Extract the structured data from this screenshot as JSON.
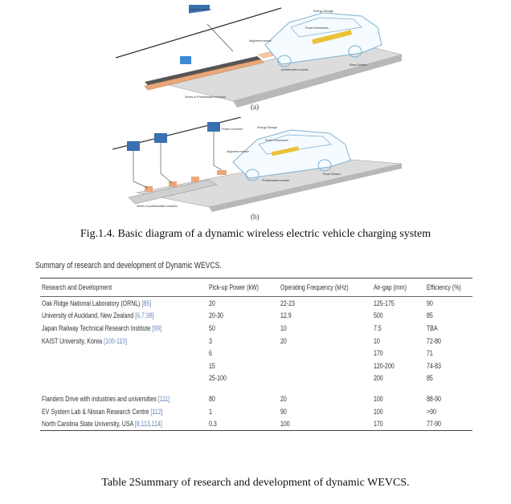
{
  "figure": {
    "panel_a_label": "(a)",
    "panel_b_label": "(b)",
    "a_labels": {
      "power_converter": "Power Converter",
      "energy_storage": "Energy Storage",
      "power_electronics": "Power Electronics",
      "alignment_sensor": "Alignment sensor",
      "road_surface": "Road Surface",
      "prefab_module": "prefabricated module",
      "series_modules": "Series of Prefabricated modules"
    },
    "b_labels": {
      "power_converter": "Power converter",
      "energy_storage": "Energy Storage",
      "power_electronics": "Power Electronics",
      "alignment_sensor": "Alignment sensor",
      "road_surface": "Road Surface",
      "prefab_module": "Prefabricated module",
      "series_modules": "Series of prefabricated modules"
    },
    "caption": "Fig.1.4. Basic diagram of a dynamic wireless electric vehicle charging system"
  },
  "table": {
    "title": "Summary of research and development of Dynamic WEVCS.",
    "headers": [
      "Research and Development",
      "Pick-up Power (kW)",
      "Operating Frequency (kHz)",
      "Air-gap (mm)",
      "Efficiency (%)"
    ],
    "rows": [
      {
        "name": "Oak Ridge National Laboratory (ORNL)",
        "ref": "[85]",
        "power": "20",
        "freq": "22-23",
        "gap": "125-175",
        "eff": "90"
      },
      {
        "name": "University of Auckland, New Zealand",
        "ref": "[6,7,98]",
        "power": "20-30",
        "freq": "12.9",
        "gap": "500",
        "eff": "85"
      },
      {
        "name": "Japan Railway Technical Research Institute",
        "ref": "[99]",
        "power": "50",
        "freq": "10",
        "gap": "7.5",
        "eff": "TBA"
      },
      {
        "name": "KAIST University, Korea",
        "ref": "[100-110]",
        "power": "3",
        "freq": "20",
        "gap": "10",
        "eff": "72-80"
      },
      {
        "name": "",
        "ref": "",
        "power": "6",
        "freq": "",
        "gap": "170",
        "eff": "71"
      },
      {
        "name": "",
        "ref": "",
        "power": "15",
        "freq": "",
        "gap": "120-200",
        "eff": "74-83"
      },
      {
        "name": "",
        "ref": "",
        "power": "25-100",
        "freq": "",
        "gap": "200",
        "eff": "85"
      },
      {
        "name": "Flanders Drive with industries and universities",
        "ref": "[111]",
        "power": "80",
        "freq": "20",
        "gap": "100",
        "eff": "88-90"
      },
      {
        "name": "EV System Lab & Nissan Research Centre",
        "ref": "[112]",
        "power": "1",
        "freq": "90",
        "gap": "100",
        "eff": ">90"
      },
      {
        "name": "North Carolina State University, USA",
        "ref": "[8,113,114]",
        "power": "0.3",
        "freq": "100",
        "gap": "170",
        "eff": "77-90"
      }
    ],
    "caption": "Table 2Summary of research and development of dynamic WEVCS."
  },
  "colors": {
    "accent_blue": "#3a6fb0",
    "copper": "#e9a77a",
    "coil_yellow": "#e8c23a",
    "road_gray": "#d7d7d7"
  }
}
